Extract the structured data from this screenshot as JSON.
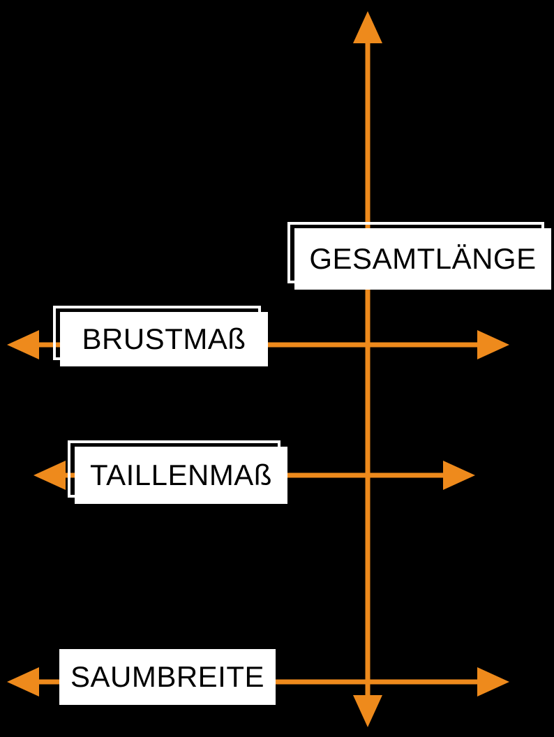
{
  "diagram": {
    "labels": {
      "total_length": "GESAMTLÄNGE",
      "chest": "BRUSTMAß",
      "waist": "TAILLENMAß",
      "hem": "SAUMBREITE"
    },
    "colors": {
      "arrow": "#EE8A1C",
      "box_bg": "#FFFFFF",
      "box_text": "#000000",
      "background": "#000000"
    }
  }
}
